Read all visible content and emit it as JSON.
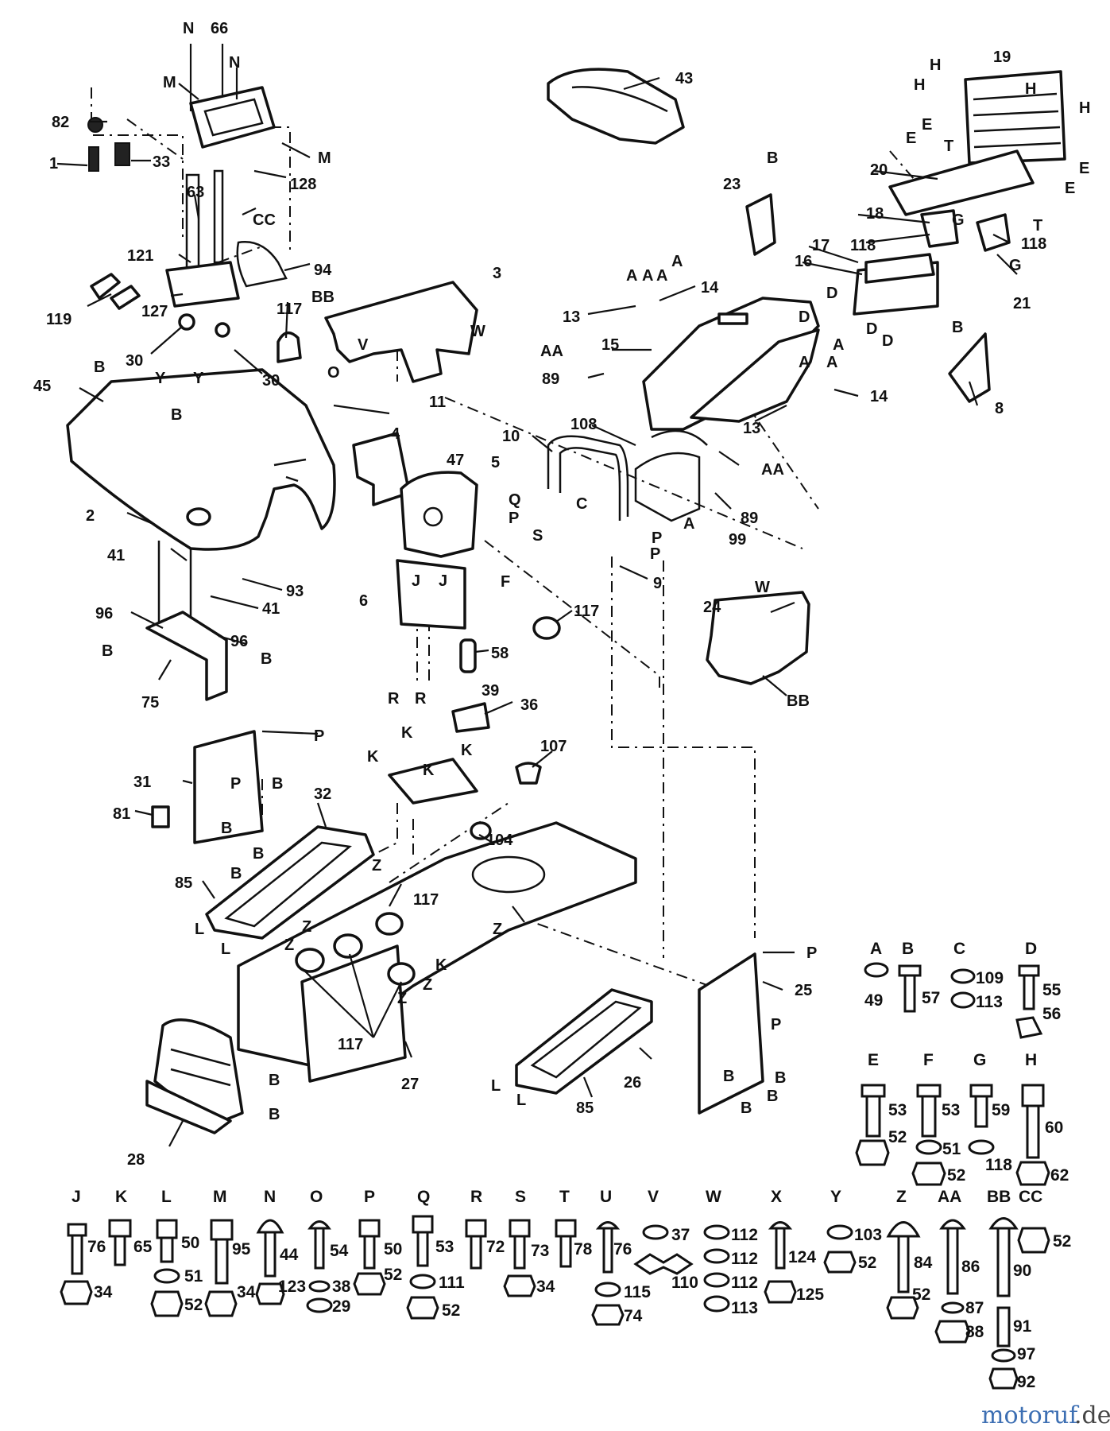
{
  "callouts": [
    {
      "id": "c1",
      "text": "N"
    },
    {
      "id": "c2",
      "text": "66"
    },
    {
      "id": "c3",
      "text": "N"
    },
    {
      "id": "c4",
      "text": "M"
    },
    {
      "id": "c5",
      "text": "82"
    },
    {
      "id": "c6",
      "text": "1"
    },
    {
      "id": "c7",
      "text": "33"
    },
    {
      "id": "c8",
      "text": "M"
    },
    {
      "id": "c9",
      "text": "128"
    },
    {
      "id": "c10",
      "text": "63"
    },
    {
      "id": "c11",
      "text": "CC"
    },
    {
      "id": "c12",
      "text": "121"
    },
    {
      "id": "c13",
      "text": "94"
    },
    {
      "id": "c14",
      "text": "119"
    },
    {
      "id": "c15",
      "text": "127"
    },
    {
      "id": "c16",
      "text": "117"
    },
    {
      "id": "c17",
      "text": "BB"
    },
    {
      "id": "c18",
      "text": "30"
    },
    {
      "id": "c19",
      "text": "30"
    },
    {
      "id": "c20",
      "text": "3"
    },
    {
      "id": "c21",
      "text": "W"
    },
    {
      "id": "c22",
      "text": "V"
    },
    {
      "id": "c23",
      "text": "O"
    },
    {
      "id": "c24",
      "text": "11"
    },
    {
      "id": "c25",
      "text": "45"
    },
    {
      "id": "c26",
      "text": "B"
    },
    {
      "id": "c27",
      "text": "Y"
    },
    {
      "id": "c28",
      "text": "Y"
    },
    {
      "id": "c29",
      "text": "B"
    },
    {
      "id": "c30",
      "text": "4"
    },
    {
      "id": "c31",
      "text": "47"
    },
    {
      "id": "c32",
      "text": "5"
    },
    {
      "id": "c33",
      "text": "2"
    },
    {
      "id": "c34",
      "text": "41"
    },
    {
      "id": "c35",
      "text": "93"
    },
    {
      "id": "c36",
      "text": "41"
    },
    {
      "id": "c37",
      "text": "96"
    },
    {
      "id": "c38",
      "text": "96"
    },
    {
      "id": "c39",
      "text": "B"
    },
    {
      "id": "c40",
      "text": "B"
    },
    {
      "id": "c41",
      "text": "75"
    },
    {
      "id": "c42",
      "text": "43"
    },
    {
      "id": "c43",
      "text": "H"
    },
    {
      "id": "c44",
      "text": "H"
    },
    {
      "id": "c45",
      "text": "19"
    },
    {
      "id": "c46",
      "text": "H"
    },
    {
      "id": "c47",
      "text": "H"
    },
    {
      "id": "c48",
      "text": "E"
    },
    {
      "id": "c49",
      "text": "E"
    },
    {
      "id": "c50",
      "text": "T"
    },
    {
      "id": "c51",
      "text": "E"
    },
    {
      "id": "c52",
      "text": "20"
    },
    {
      "id": "c53",
      "text": "E"
    },
    {
      "id": "c54",
      "text": "23"
    },
    {
      "id": "c55",
      "text": "B"
    },
    {
      "id": "c56",
      "text": "18"
    },
    {
      "id": "c57",
      "text": "G"
    },
    {
      "id": "c58",
      "text": "T"
    },
    {
      "id": "c59",
      "text": "118"
    },
    {
      "id": "c60",
      "text": "118"
    },
    {
      "id": "c61",
      "text": "G"
    },
    {
      "id": "c62",
      "text": "21"
    },
    {
      "id": "c63",
      "text": "17"
    },
    {
      "id": "c64",
      "text": "16"
    },
    {
      "id": "c65",
      "text": "A"
    },
    {
      "id": "c66",
      "text": "A"
    },
    {
      "id": "c67",
      "text": "A"
    },
    {
      "id": "c68",
      "text": "A"
    },
    {
      "id": "c69",
      "text": "14"
    },
    {
      "id": "c70",
      "text": "13"
    },
    {
      "id": "c71",
      "text": "D"
    },
    {
      "id": "c72",
      "text": "D"
    },
    {
      "id": "c73",
      "text": "D"
    },
    {
      "id": "c74",
      "text": "D"
    },
    {
      "id": "c75",
      "text": "15"
    },
    {
      "id": "c76",
      "text": "AA"
    },
    {
      "id": "c77",
      "text": "89"
    },
    {
      "id": "c78",
      "text": "A"
    },
    {
      "id": "c79",
      "text": "A"
    },
    {
      "id": "c80",
      "text": "A"
    },
    {
      "id": "c81",
      "text": "14"
    },
    {
      "id": "c82",
      "text": "B"
    },
    {
      "id": "c83",
      "text": "8"
    },
    {
      "id": "c84",
      "text": "13"
    },
    {
      "id": "c85",
      "text": "108"
    },
    {
      "id": "c86",
      "text": "AA"
    },
    {
      "id": "c87",
      "text": "10"
    },
    {
      "id": "c88",
      "text": "C"
    },
    {
      "id": "c89",
      "text": "Q"
    },
    {
      "id": "c90",
      "text": "P"
    },
    {
      "id": "c91",
      "text": "S"
    },
    {
      "id": "c92",
      "text": "P"
    },
    {
      "id": "c93",
      "text": "P"
    },
    {
      "id": "c94",
      "text": "89"
    },
    {
      "id": "c95",
      "text": "A"
    },
    {
      "id": "c96",
      "text": "99"
    },
    {
      "id": "c97",
      "text": "9"
    },
    {
      "id": "c98",
      "text": "F"
    },
    {
      "id": "c99",
      "text": "6"
    },
    {
      "id": "c100",
      "text": "J"
    },
    {
      "id": "c101",
      "text": "J"
    },
    {
      "id": "c102",
      "text": "117"
    },
    {
      "id": "c103",
      "text": "58"
    },
    {
      "id": "c104",
      "text": "W"
    },
    {
      "id": "c105",
      "text": "24"
    },
    {
      "id": "c106",
      "text": "BB"
    },
    {
      "id": "c107",
      "text": "R"
    },
    {
      "id": "c108",
      "text": "R"
    },
    {
      "id": "c109",
      "text": "39"
    },
    {
      "id": "c110",
      "text": "36"
    },
    {
      "id": "c111",
      "text": "K"
    },
    {
      "id": "c112",
      "text": "K"
    },
    {
      "id": "c113",
      "text": "K"
    },
    {
      "id": "c114",
      "text": "K"
    },
    {
      "id": "c115",
      "text": "107"
    },
    {
      "id": "c116",
      "text": "P"
    },
    {
      "id": "c117",
      "text": "31"
    },
    {
      "id": "c118",
      "text": "P"
    },
    {
      "id": "c119",
      "text": "B"
    },
    {
      "id": "c120",
      "text": "81"
    },
    {
      "id": "c121",
      "text": "B"
    },
    {
      "id": "c122",
      "text": "B"
    },
    {
      "id": "c123",
      "text": "B"
    },
    {
      "id": "c124",
      "text": "32"
    },
    {
      "id": "c125",
      "text": "85"
    },
    {
      "id": "c126",
      "text": "L"
    },
    {
      "id": "c127",
      "text": "L"
    },
    {
      "id": "c128",
      "text": "Z"
    },
    {
      "id": "c129",
      "text": "Z"
    },
    {
      "id": "c130",
      "text": "Z"
    },
    {
      "id": "c131",
      "text": "104"
    },
    {
      "id": "c132",
      "text": "117"
    },
    {
      "id": "c133",
      "text": "Z"
    },
    {
      "id": "c134",
      "text": "K"
    },
    {
      "id": "c135",
      "text": "Z"
    },
    {
      "id": "c136",
      "text": "Z"
    },
    {
      "id": "c137",
      "text": "117"
    },
    {
      "id": "c138",
      "text": "27"
    },
    {
      "id": "c139",
      "text": "B"
    },
    {
      "id": "c140",
      "text": "B"
    },
    {
      "id": "c141",
      "text": "28"
    },
    {
      "id": "c142",
      "text": "L"
    },
    {
      "id": "c143",
      "text": "L"
    },
    {
      "id": "c144",
      "text": "85"
    },
    {
      "id": "c145",
      "text": "26"
    },
    {
      "id": "c146",
      "text": "P"
    },
    {
      "id": "c147",
      "text": "25"
    },
    {
      "id": "c148",
      "text": "P"
    },
    {
      "id": "c149",
      "text": "B"
    },
    {
      "id": "c150",
      "text": "B"
    },
    {
      "id": "c151",
      "text": "B"
    },
    {
      "id": "c152",
      "text": "B"
    }
  ],
  "hardware_legend": [
    {
      "key": "A",
      "parts": [
        "49"
      ]
    },
    {
      "key": "B",
      "parts": [
        "57"
      ]
    },
    {
      "key": "C",
      "parts": [
        "109",
        "113"
      ]
    },
    {
      "key": "D",
      "parts": [
        "55",
        "56"
      ]
    },
    {
      "key": "E",
      "parts": [
        "53",
        "52"
      ]
    },
    {
      "key": "F",
      "parts": [
        "53",
        "51",
        "52"
      ]
    },
    {
      "key": "G",
      "parts": [
        "59",
        "118"
      ]
    },
    {
      "key": "H",
      "parts": [
        "60",
        "62"
      ]
    },
    {
      "key": "J",
      "parts": [
        "76",
        "34"
      ]
    },
    {
      "key": "K",
      "parts": [
        "65"
      ]
    },
    {
      "key": "L",
      "parts": [
        "50",
        "51",
        "52"
      ]
    },
    {
      "key": "M",
      "parts": [
        "95",
        "34"
      ]
    },
    {
      "key": "N",
      "parts": [
        "44",
        "123"
      ]
    },
    {
      "key": "O",
      "parts": [
        "54",
        "38",
        "29"
      ]
    },
    {
      "key": "P",
      "parts": [
        "50",
        "52"
      ]
    },
    {
      "key": "Q",
      "parts": [
        "53",
        "111",
        "52"
      ]
    },
    {
      "key": "R",
      "parts": [
        "72"
      ]
    },
    {
      "key": "S",
      "parts": [
        "73",
        "34"
      ]
    },
    {
      "key": "T",
      "parts": [
        "78"
      ]
    },
    {
      "key": "U",
      "parts": [
        "76",
        "115",
        "74"
      ]
    },
    {
      "key": "V",
      "parts": [
        "37",
        "110"
      ]
    },
    {
      "key": "W",
      "parts": [
        "112",
        "112",
        "112",
        "113"
      ]
    },
    {
      "key": "X",
      "parts": [
        "124",
        "125"
      ]
    },
    {
      "key": "Y",
      "parts": [
        "103",
        "52"
      ]
    },
    {
      "key": "Z",
      "parts": [
        "84",
        "52"
      ]
    },
    {
      "key": "AA",
      "parts": [
        "86",
        "87",
        "88"
      ]
    },
    {
      "key": "BB",
      "parts": [
        "90",
        "91",
        "97",
        "92"
      ]
    },
    {
      "key": "CC",
      "parts": [
        "52"
      ]
    }
  ],
  "watermark": {
    "brand": "motoruf",
    "tld": ".de",
    "brand_color": "#3d6fb3",
    "tld_color": "#444444"
  }
}
